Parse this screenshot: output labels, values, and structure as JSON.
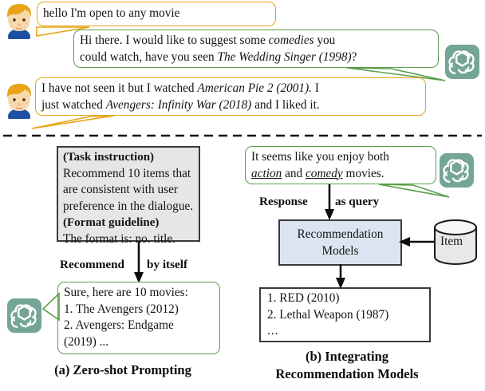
{
  "figure": {
    "title": "LLM conversational recommendation pipelines",
    "accent_orange": "#e8a317",
    "accent_green": "#5a9e4a",
    "gpt_tile_color": "#74a597",
    "model_box_color": "#dbe5f1",
    "instruction_box_color": "#e6e6e6"
  },
  "dialogue": {
    "turns": [
      {
        "speaker": "user",
        "icon": "user-avatar-icon",
        "lines": [
          [
            {
              "t": "hello I'm open to any movie",
              "style": "normal"
            }
          ]
        ]
      },
      {
        "speaker": "assistant",
        "icon": "chatgpt-logo-icon",
        "lines": [
          [
            {
              "t": "Hi there. I would like to suggest some ",
              "style": "normal"
            },
            {
              "t": "comedies",
              "style": "italic"
            },
            {
              "t": " you",
              "style": "normal"
            }
          ],
          [
            {
              "t": "could watch, have you seen ",
              "style": "normal"
            },
            {
              "t": "The Wedding Singer (1998)",
              "style": "italic"
            },
            {
              "t": "?",
              "style": "normal"
            }
          ]
        ]
      },
      {
        "speaker": "user",
        "icon": "user-avatar-icon",
        "lines": [
          [
            {
              "t": "I have not seen it but I watched ",
              "style": "normal"
            },
            {
              "t": "American Pie 2 (2001).",
              "style": "italic"
            },
            {
              "t": " I",
              "style": "normal"
            }
          ],
          [
            {
              "t": "just watched ",
              "style": "normal"
            },
            {
              "t": "Avengers: Infinity War (2018)",
              "style": "italic"
            },
            {
              "t": " and I liked it.",
              "style": "normal"
            }
          ]
        ]
      }
    ]
  },
  "panel_a": {
    "caption": "(a) Zero-shot Prompting",
    "prompt_box": {
      "heading_1": "(Task instruction)",
      "body_1_line_1": "Recommend 10 items that",
      "body_1_line_2": "are consistent with user",
      "body_1_line_3": "preference in the dialogue.",
      "heading_2": "(Format guideline)",
      "body_2_line_1": "The format is: no. title."
    },
    "arrow_label_left": "Recommend",
    "arrow_label_right": "by itself",
    "response_bubble": {
      "line_1": "Sure, here are 10 movies:",
      "line_2": "1. The Avengers (2012)",
      "line_3": "2. Avengers: Endgame",
      "line_4": "(2019) ..."
    }
  },
  "panel_b": {
    "caption_line_1": "(b) Integrating",
    "caption_line_2": "Recommendation Models",
    "response_bubble": {
      "line_1_a": "It seems like you enjoy both",
      "line_2_a": "action",
      "line_2_b": " and ",
      "line_2_c": "comedy",
      "line_2_d": " movies."
    },
    "arrow_label_left": "Response",
    "arrow_label_right": "as query",
    "model_box_line_1": "Recommendation",
    "model_box_line_2": "Models",
    "item_store_label": "Item",
    "results_box": {
      "line_1": "1. RED (2010)",
      "line_2": "2. Lethal Weapon (1987)",
      "line_3": "..."
    }
  }
}
